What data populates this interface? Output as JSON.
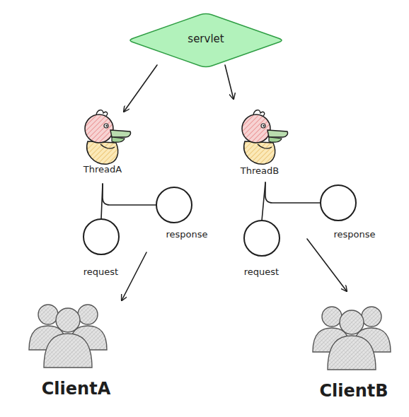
{
  "diagram": {
    "nodes": [
      {
        "text": [
          "servlet"
        ]
      },
      {
        "text": [
          "ThreadA"
        ]
      },
      {
        "text": [
          "ThreadB"
        ]
      },
      {
        "text": [
          "request"
        ]
      },
      {
        "text": [
          "response"
        ]
      },
      {
        "text": [
          "request"
        ]
      },
      {
        "text": [
          "response"
        ]
      },
      {
        "text": [
          "ClientA"
        ]
      },
      {
        "text": [
          "ClientB"
        ]
      }
    ],
    "edges": [
      {
        "from": 0,
        "to": 1,
        "arrow": "to"
      },
      {
        "from": 0,
        "to": 2,
        "arrow": "to"
      },
      {
        "from": 1,
        "to": 3,
        "arrow": "none"
      },
      {
        "from": 1,
        "to": 4,
        "arrow": "none"
      },
      {
        "from": 2,
        "to": 5,
        "arrow": "none"
      },
      {
        "from": 2,
        "to": 6,
        "arrow": "none"
      },
      {
        "from": 4,
        "to": 7,
        "arrow": "to"
      },
      {
        "from": 6,
        "to": 8,
        "arrow": "to"
      }
    ]
  }
}
